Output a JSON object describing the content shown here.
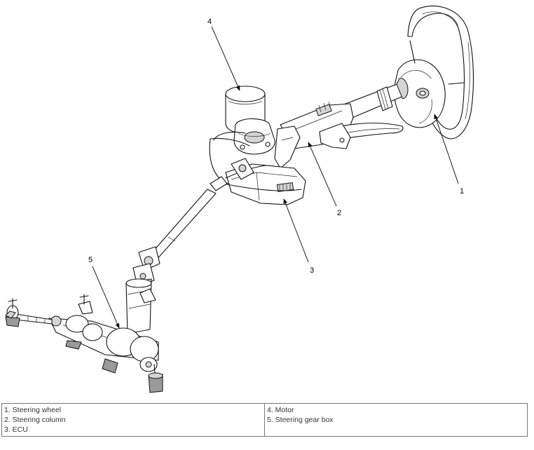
{
  "callouts": {
    "c1": "1",
    "c2": "2",
    "c3": "3",
    "c4": "4",
    "c5": "5"
  },
  "legend": {
    "left": [
      "1. Steering wheel",
      "2. Steering column",
      "3. ECU"
    ],
    "right": [
      "4. Motor",
      "5. Steering gear box"
    ]
  }
}
